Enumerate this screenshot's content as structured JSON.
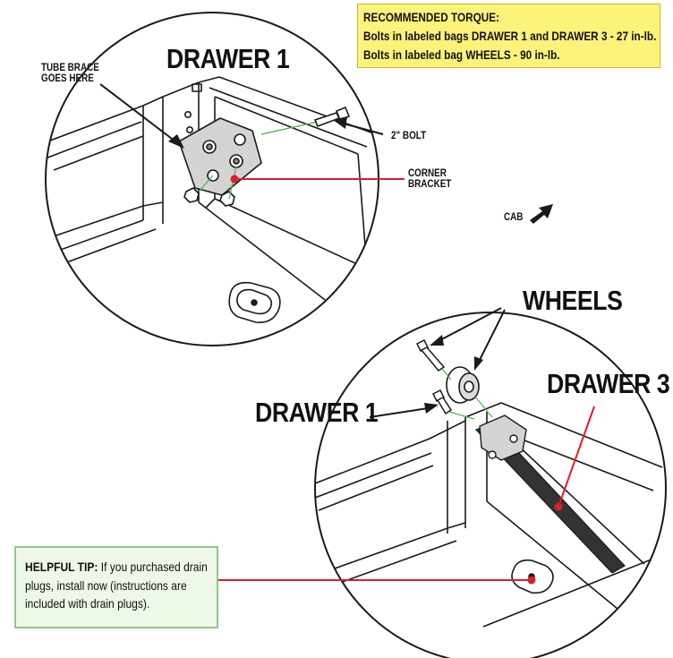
{
  "torque": {
    "title": "RECOMMENDED TORQUE:",
    "line1": "Bolts in labeled bags DRAWER 1 and DRAWER 3 - 27 in-lb.",
    "line2": "Bolts in labeled bag WHEELS - 90 in-lb."
  },
  "top_detail": {
    "title": "DRAWER 1",
    "tube_brace_line1": "TUBE BRACE",
    "tube_brace_line2": "GOES HERE",
    "bolt_label": "2\" BOLT",
    "corner_line1": "CORNER",
    "corner_line2": "BRACKET"
  },
  "cab_label": "CAB",
  "bottom_detail": {
    "wheels_label": "WHEELS",
    "drawer3_label": "DRAWER 3",
    "drawer1_label": "DRAWER 1"
  },
  "tip": {
    "lead": "HELPFUL TIP:",
    "body": " If you purchased drain plugs, install now (instructions are included with drain plugs)."
  },
  "colors": {
    "callout_red": "#d7202a",
    "torque_bg": "#fdf27a",
    "tip_bg": "#eef8e8",
    "tip_border": "#8fc98a",
    "line_art": "#1a1a1a"
  }
}
